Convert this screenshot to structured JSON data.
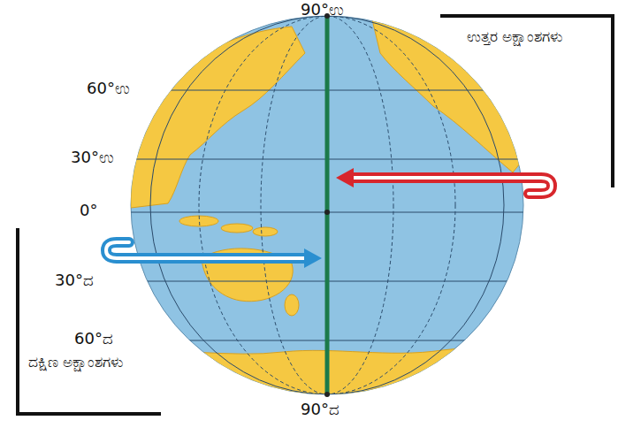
{
  "diagram": {
    "labels": [
      "90°ಉ",
      "60°ಉ",
      "30°ಉ",
      "0°",
      "30°ದ",
      "60°ದ",
      "90°ದ",
      "ಉತ್ತರ ಅಕ್ಷಾಂಶಗಳು",
      "ದಕ್ಷಿಣ ಅಕ್ಷಾಂಶಗಳು"
    ]
  }
}
